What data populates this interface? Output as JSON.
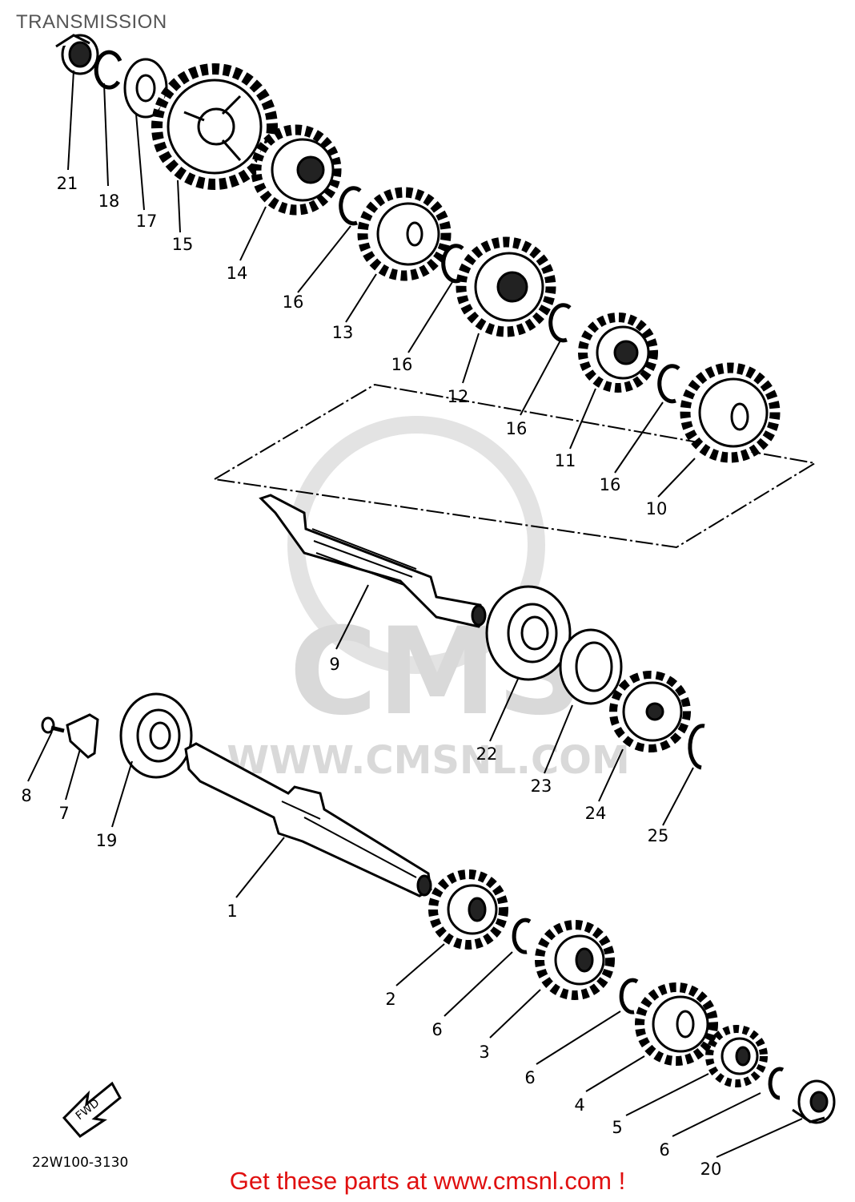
{
  "title": "TRANSMISSION",
  "diagram_code": "22W100-3130",
  "fwd_label": "FWD",
  "watermark": {
    "brand": "CMS",
    "url": "WWW.CMSNL.COM"
  },
  "cta_text": "Get these parts at www.cmsnl.com !",
  "callouts": [
    "21",
    "18",
    "17",
    "15",
    "14",
    "16",
    "13",
    "16",
    "12",
    "16",
    "11",
    "16",
    "10",
    "9",
    "22",
    "23",
    "24",
    "25",
    "8",
    "7",
    "19",
    "1",
    "2",
    "6",
    "3",
    "6",
    "4",
    "5",
    "6",
    "20"
  ],
  "colors": {
    "ink": "#000000",
    "cta": "#e01010",
    "title": "#555555",
    "watermark": "#d9d9d9"
  }
}
